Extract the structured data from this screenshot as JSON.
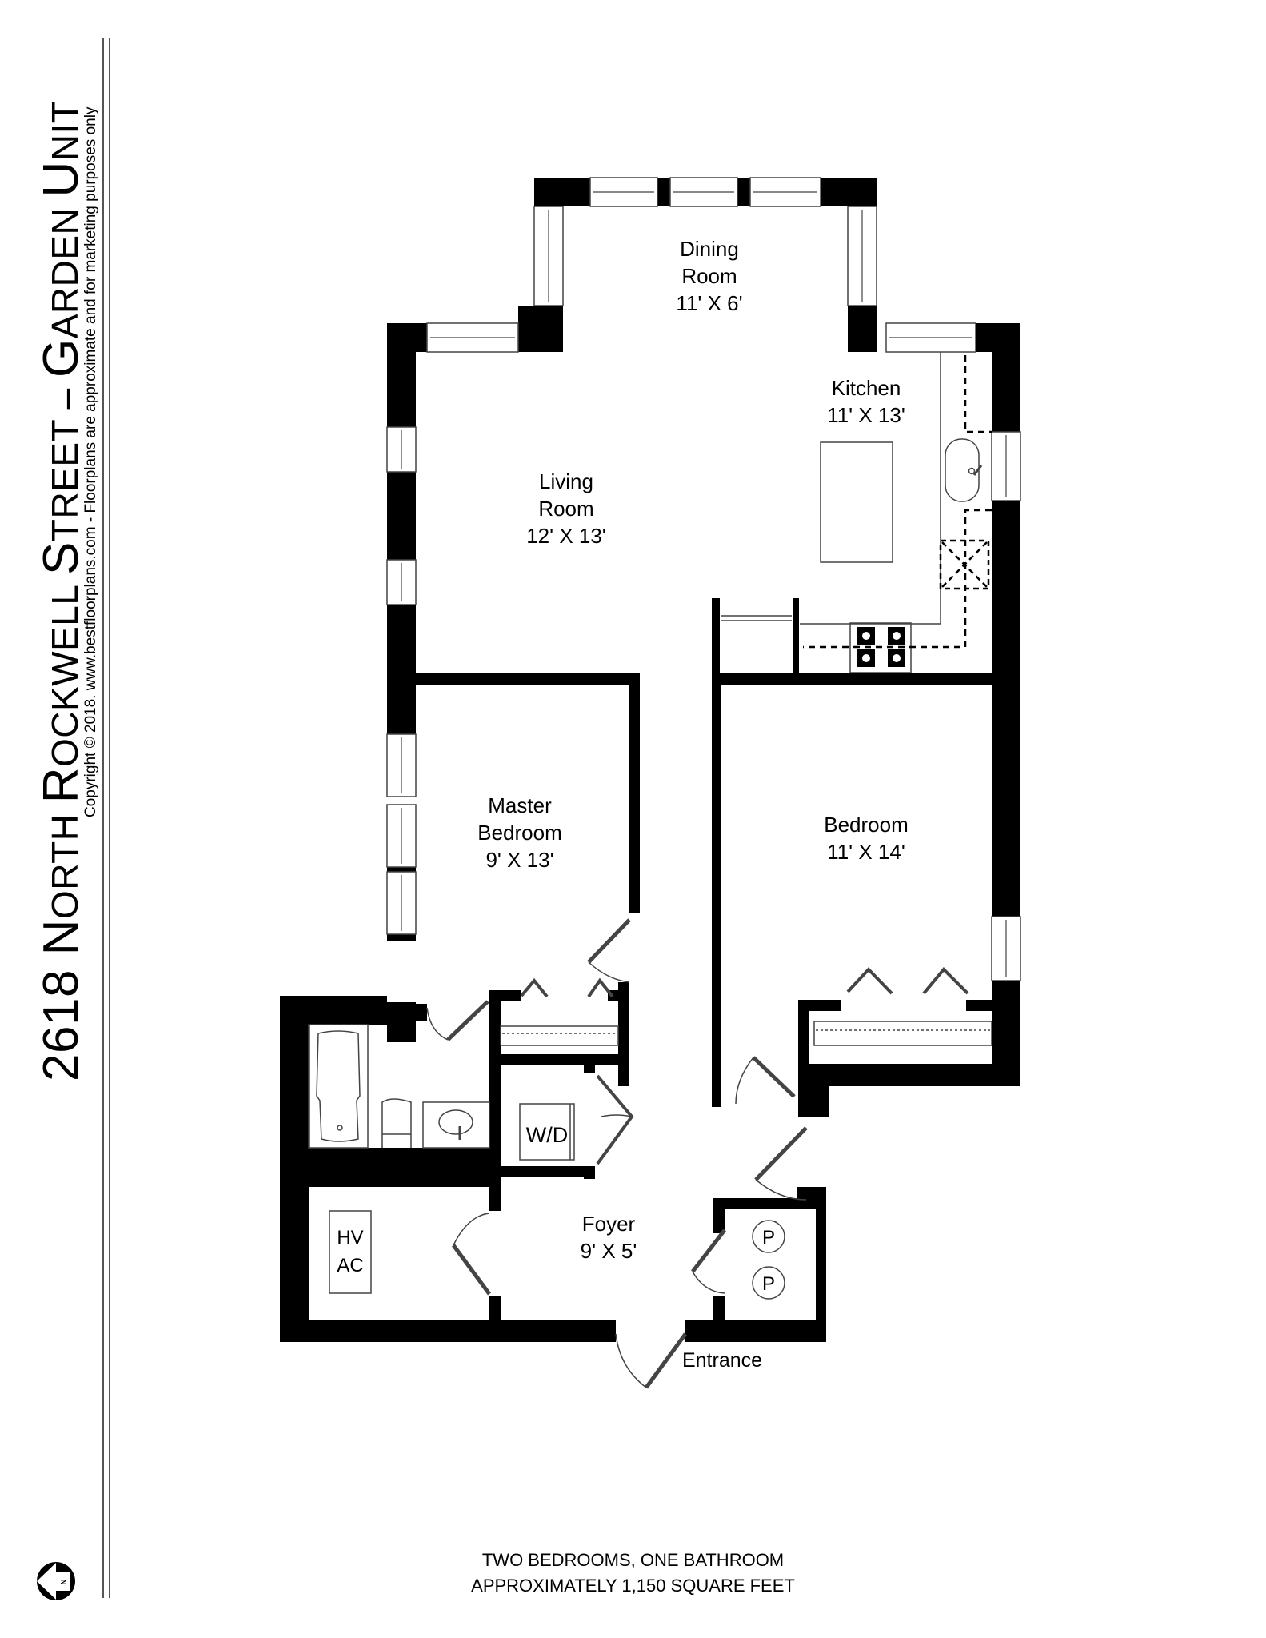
{
  "header": {
    "title_parts": [
      {
        "big": "2618 N",
        "small": "orth "
      },
      {
        "big": "R",
        "small": "ockwell "
      },
      {
        "big": "S",
        "small": "treet – "
      },
      {
        "big": "G",
        "small": "arden "
      },
      {
        "big": "U",
        "small": "nit"
      }
    ],
    "title_full": "2618 North Rockwell Street – Garden Unit",
    "copyright": "Copyright © 2018. www.bestfloorplans.com - Floorplans are approximate and for marketing purposes only"
  },
  "rooms": [
    {
      "id": "dining",
      "lines": [
        "Dining",
        "Room",
        "11' X 6'"
      ]
    },
    {
      "id": "kitchen",
      "lines": [
        "Kitchen",
        "11' X 13'"
      ]
    },
    {
      "id": "living",
      "lines": [
        "Living",
        "Room",
        "12' X 13'"
      ]
    },
    {
      "id": "master",
      "lines": [
        "Master",
        "Bedroom",
        "9' X 13'"
      ]
    },
    {
      "id": "bedroom",
      "lines": [
        "Bedroom",
        "11' X 14'"
      ]
    },
    {
      "id": "foyer",
      "lines": [
        "Foyer",
        "9' X 5'"
      ]
    }
  ],
  "fixtures": {
    "washer_dryer": "W/D",
    "hvac_line1": "HV",
    "hvac_line2": "AC",
    "panel_1": "P",
    "panel_2": "P",
    "entrance": "Entrance"
  },
  "footer": {
    "line1": "Two Bedrooms, One Bathroom",
    "line2": "Approximately 1,150 Square Feet"
  },
  "compass": {
    "label": "N",
    "icon": "north-arrow-icon"
  },
  "colors": {
    "wall": "#000000",
    "background": "#ffffff",
    "line": "#444444"
  }
}
